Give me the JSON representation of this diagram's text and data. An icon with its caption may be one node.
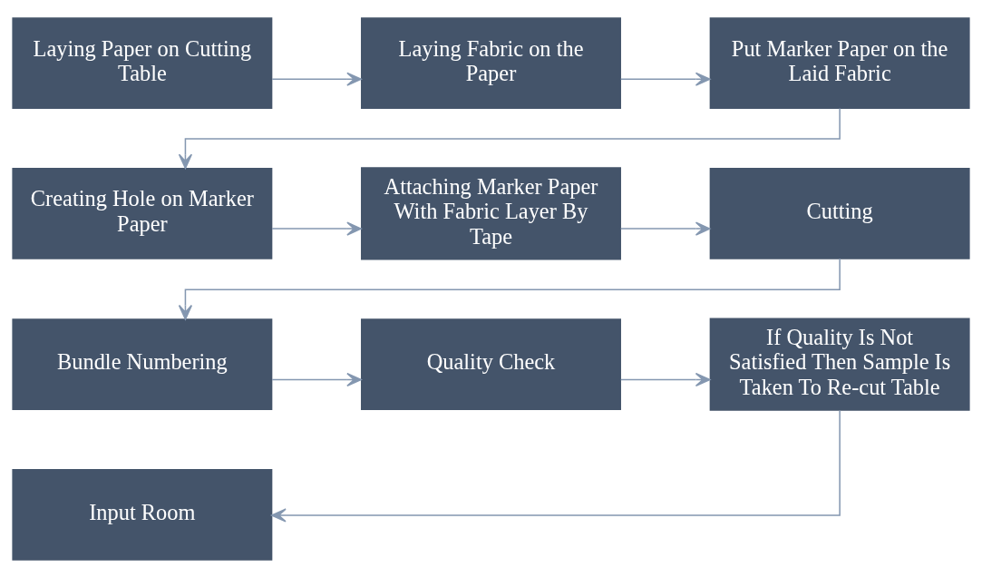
{
  "diagram": {
    "nodes": [
      {
        "text": [
          "Laying Paper on Cutting Table"
        ]
      },
      {
        "text": [
          "Laying Fabric on the Paper"
        ]
      },
      {
        "text": [
          "Put Marker Paper on the Laid Fabric"
        ]
      },
      {
        "text": [
          "Creating Hole on Marker Paper"
        ]
      },
      {
        "text": [
          "Attaching Marker Paper With Fabric Layer By Tape"
        ]
      },
      {
        "text": [
          "Cutting"
        ]
      },
      {
        "text": [
          "Bundle Numbering"
        ]
      },
      {
        "text": [
          "Quality Check"
        ]
      },
      {
        "text": [
          "If Quality Is Not Satisfied Then Sample Is Taken To Re-cut Table"
        ]
      },
      {
        "text": [
          "Input Room"
        ]
      }
    ],
    "edges": [
      {
        "from": 0,
        "to": 1,
        "arrow": "to"
      },
      {
        "from": 1,
        "to": 2,
        "arrow": "to"
      },
      {
        "from": 2,
        "to": 3,
        "arrow": "to"
      },
      {
        "from": 3,
        "to": 4,
        "arrow": "to"
      },
      {
        "from": 4,
        "to": 5,
        "arrow": "to"
      },
      {
        "from": 5,
        "to": 6,
        "arrow": "to"
      },
      {
        "from": 6,
        "to": 7,
        "arrow": "to"
      },
      {
        "from": 7,
        "to": 8,
        "arrow": "to"
      },
      {
        "from": 8,
        "to": 9,
        "arrow": "to"
      }
    ]
  }
}
